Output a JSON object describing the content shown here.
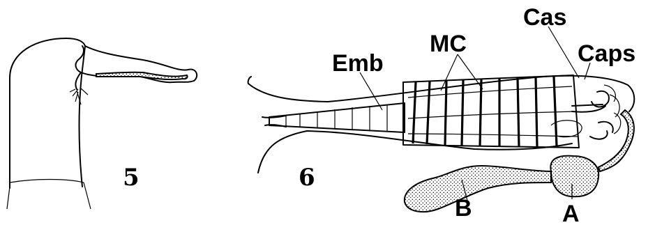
{
  "figures": [
    {
      "number": "5"
    },
    {
      "number": "6"
    }
  ],
  "labels": {
    "emb": "Emb",
    "mc": "MC",
    "cas": "Cas",
    "caps": "Caps",
    "a": "A",
    "b": "B"
  }
}
